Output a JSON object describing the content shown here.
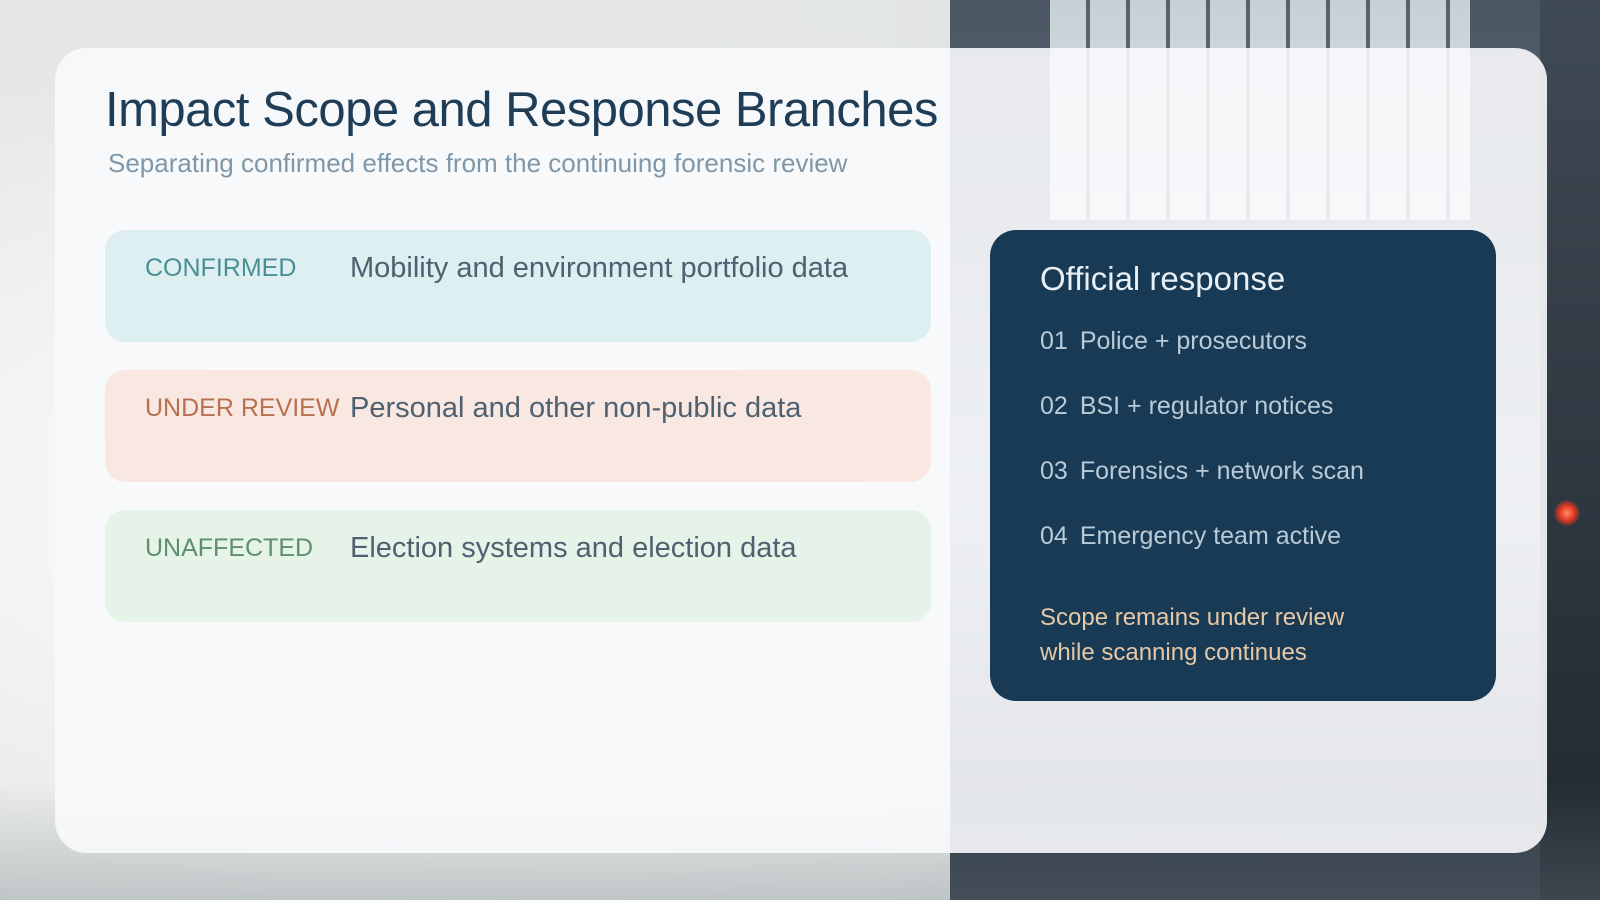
{
  "slide": {
    "title": "Impact Scope and Response Branches",
    "subtitle": "Separating confirmed effects from the continuing forensic review"
  },
  "rows": [
    {
      "tag": "CONFIRMED",
      "text": "Mobility and environment portfolio data",
      "tag_color": "#4a8f95",
      "bg_color": "#dceef1"
    },
    {
      "tag": "UNDER REVIEW",
      "text": "Personal and other non-public data",
      "tag_color": "#b8704f",
      "bg_color": "#f9e7e0"
    },
    {
      "tag": "UNAFFECTED",
      "text": "Election systems and election data",
      "tag_color": "#5f8f6d",
      "bg_color": "#e5f2e7"
    }
  ],
  "response": {
    "title": "Official response",
    "items": [
      {
        "num": "01",
        "label": "Police + prosecutors"
      },
      {
        "num": "02",
        "label": "BSI + regulator notices"
      },
      {
        "num": "03",
        "label": "Forensics + network scan"
      },
      {
        "num": "04",
        "label": "Emergency team active"
      }
    ],
    "note_line1": "Scope remains under review",
    "note_line2": "while scanning continues",
    "bg_color": "#183a54",
    "note_color": "#e5c8a7"
  }
}
